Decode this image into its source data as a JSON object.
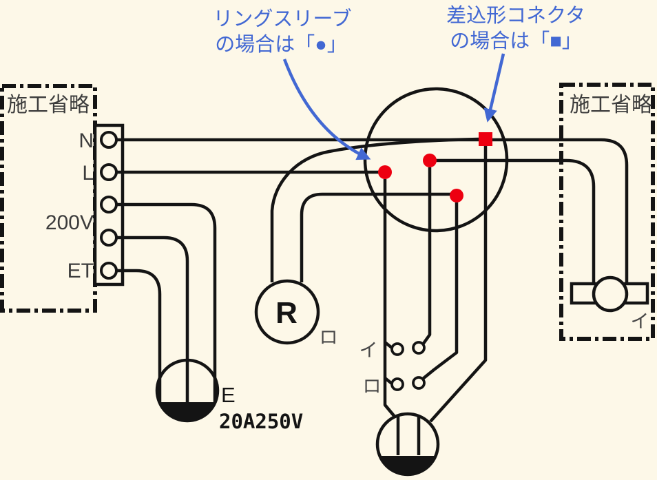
{
  "diagram_title": "wiring-diagram-with-junction-connector-annotations",
  "colors": {
    "background": "#FDF8E8",
    "wire": "#141414",
    "accent_blue": "#4268D3",
    "connector_red": "#ED0010",
    "label_gray": "#3C3C3C",
    "device_label_gray": "#474747"
  },
  "annotations": {
    "ring_sleeve": {
      "line1": "リングスリーブ",
      "line2": "の場合は「●」",
      "symbol": "●"
    },
    "push_connector": {
      "line1": "差込形コネクタ",
      "line2": "の場合は「■」",
      "symbol": "■"
    }
  },
  "source_panel": {
    "label": "施工省略",
    "terminals": [
      "N",
      "L",
      "200V",
      "ET"
    ]
  },
  "right_panel": {
    "label": "施工省略",
    "lamp_label": "イ"
  },
  "devices": {
    "lamp_receptacle": {
      "symbol": "R",
      "circuit": "ロ"
    },
    "switch_i": {
      "label": "イ"
    },
    "switch_ro": {
      "label": "ロ"
    },
    "outlet_200v": {
      "earth_label": "E",
      "rating": "20A250V"
    }
  },
  "junction_box": {
    "ring_sleeve_count": 3,
    "push_connector_count": 1
  }
}
